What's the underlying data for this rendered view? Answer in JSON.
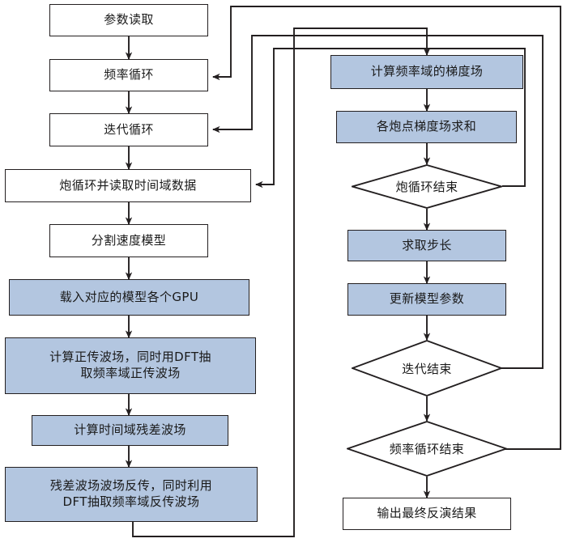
{
  "diagram": {
    "type": "flowchart",
    "title": "GPU-based frequency-domain full waveform inversion workflow",
    "colors": {
      "fill_process": "#b3c6e0",
      "fill_plain": "#ffffff",
      "stroke": "#231f20",
      "text": "#1a1a1a"
    },
    "left_column": [
      {
        "id": "read-params",
        "label": "参数读取",
        "shape": "rect",
        "style": "plain"
      },
      {
        "id": "frequency-loop",
        "label": "频率循环",
        "shape": "rect",
        "style": "plain"
      },
      {
        "id": "iteration-loop",
        "label": "迭代循环",
        "shape": "rect",
        "style": "plain"
      },
      {
        "id": "shot-loop-read",
        "label": "炮循环并读取时间域数据",
        "shape": "rect",
        "style": "plain"
      },
      {
        "id": "split-velocity",
        "label": "分割速度模型",
        "shape": "rect",
        "style": "plain"
      },
      {
        "id": "load-model-gpu",
        "label": "载入对应的模型各个GPU",
        "shape": "rect",
        "style": "fill"
      },
      {
        "id": "forward-wavefield",
        "label": "计算正传波场，同时用DFT抽\n取频率域正传波场",
        "shape": "rect",
        "style": "fill"
      },
      {
        "id": "time-residual",
        "label": "计算时间域残差波场",
        "shape": "rect",
        "style": "fill"
      },
      {
        "id": "back-propagate",
        "label": "残差波场波场反传，同时利用\nDFT抽取频率域反传波场",
        "shape": "rect",
        "style": "fill"
      }
    ],
    "right_column": [
      {
        "id": "freq-gradient",
        "label": "计算频率域的梯度场",
        "shape": "rect",
        "style": "fill"
      },
      {
        "id": "sum-gradients",
        "label": "各炮点梯度场求和",
        "shape": "rect",
        "style": "fill"
      },
      {
        "id": "shot-loop-end",
        "label": "炮循环结束",
        "shape": "diamond",
        "style": "plain"
      },
      {
        "id": "step-length",
        "label": "求取步长",
        "shape": "rect",
        "style": "fill"
      },
      {
        "id": "update-model",
        "label": "更新模型参数",
        "shape": "rect",
        "style": "fill"
      },
      {
        "id": "iteration-end",
        "label": "迭代结束",
        "shape": "diamond",
        "style": "plain"
      },
      {
        "id": "frequency-loop-end",
        "label": "频率循环结束",
        "shape": "diamond",
        "style": "plain"
      },
      {
        "id": "output-result",
        "label": "输出最终反演结果",
        "shape": "rect",
        "style": "plain"
      }
    ],
    "connections": [
      {
        "from": "read-params",
        "to": "frequency-loop",
        "kind": "down-arrow"
      },
      {
        "from": "frequency-loop",
        "to": "iteration-loop",
        "kind": "down-arrow"
      },
      {
        "from": "iteration-loop",
        "to": "shot-loop-read",
        "kind": "down-arrow"
      },
      {
        "from": "shot-loop-read",
        "to": "split-velocity",
        "kind": "down-arrow"
      },
      {
        "from": "split-velocity",
        "to": "load-model-gpu",
        "kind": "down-arrow"
      },
      {
        "from": "load-model-gpu",
        "to": "forward-wavefield",
        "kind": "down-arrow"
      },
      {
        "from": "forward-wavefield",
        "to": "time-residual",
        "kind": "down-arrow"
      },
      {
        "from": "time-residual",
        "to": "back-propagate",
        "kind": "down-arrow"
      },
      {
        "from": "back-propagate",
        "to": "freq-gradient",
        "kind": "route-bottom-right-up"
      },
      {
        "from": "freq-gradient",
        "to": "sum-gradients",
        "kind": "down-arrow"
      },
      {
        "from": "sum-gradients",
        "to": "shot-loop-end",
        "kind": "down-arrow"
      },
      {
        "from": "shot-loop-end",
        "to": "shot-loop-read",
        "kind": "loop-back-right-to-left"
      },
      {
        "from": "shot-loop-end",
        "to": "step-length",
        "kind": "down-arrow"
      },
      {
        "from": "step-length",
        "to": "update-model",
        "kind": "down-arrow"
      },
      {
        "from": "update-model",
        "to": "iteration-end",
        "kind": "down-arrow"
      },
      {
        "from": "iteration-end",
        "to": "iteration-loop",
        "kind": "loop-back-right-to-left"
      },
      {
        "from": "iteration-end",
        "to": "frequency-loop-end",
        "kind": "down-arrow"
      },
      {
        "from": "frequency-loop-end",
        "to": "frequency-loop",
        "kind": "loop-back-right-to-left"
      },
      {
        "from": "frequency-loop-end",
        "to": "output-result",
        "kind": "down-arrow"
      }
    ]
  }
}
